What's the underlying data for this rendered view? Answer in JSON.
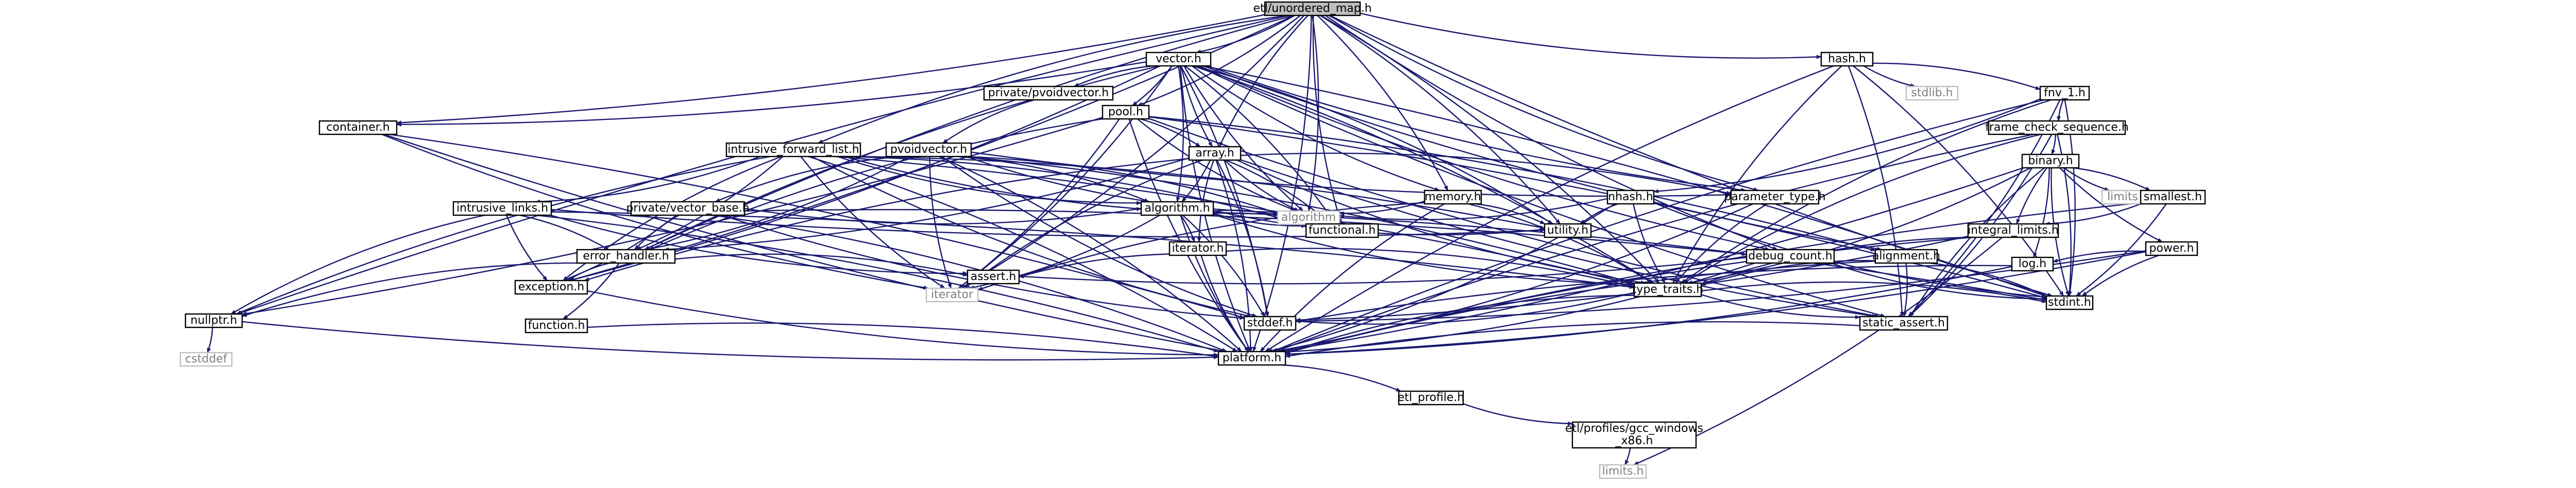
{
  "nodes": [
    {
      "id": "root",
      "label": "etl/unordered_map.h",
      "root": true
    },
    {
      "id": "vector",
      "label": "vector.h"
    },
    {
      "id": "hash",
      "label": "hash.h"
    },
    {
      "id": "stdlibh",
      "label": "stdlib.h",
      "sys": true
    },
    {
      "id": "fnv",
      "label": "fnv_1.h"
    },
    {
      "id": "frame",
      "label": "frame_check_sequence.h"
    },
    {
      "id": "binary",
      "label": "binary.h"
    },
    {
      "id": "limits_sys",
      "label": "limits",
      "sys": true
    },
    {
      "id": "smallest",
      "label": "smallest.h"
    },
    {
      "id": "power",
      "label": "power.h"
    },
    {
      "id": "log",
      "label": "log.h"
    },
    {
      "id": "integral",
      "label": "integral_limits.h"
    },
    {
      "id": "privvp",
      "label": "private/pvoidvector.h"
    },
    {
      "id": "pool",
      "label": "pool.h"
    },
    {
      "id": "container",
      "label": "container.h"
    },
    {
      "id": "pvoid",
      "label": "pvoidvector.h"
    },
    {
      "id": "iflist",
      "label": "intrusive_forward_list.h"
    },
    {
      "id": "array",
      "label": "array.h"
    },
    {
      "id": "memory",
      "label": "memory.h"
    },
    {
      "id": "nhash",
      "label": "nhash.h"
    },
    {
      "id": "param",
      "label": "parameter_type.h"
    },
    {
      "id": "ilinks",
      "label": "intrusive_links.h"
    },
    {
      "id": "privvb",
      "label": "private/vector_base.h"
    },
    {
      "id": "algorithm",
      "label": "algorithm.h"
    },
    {
      "id": "algorithm_sys",
      "label": "algorithm",
      "sys": true
    },
    {
      "id": "functional",
      "label": "functional.h"
    },
    {
      "id": "iterator_h",
      "label": "iterator.h"
    },
    {
      "id": "utility",
      "label": "utility.h"
    },
    {
      "id": "debugc",
      "label": "debug_count.h"
    },
    {
      "id": "alignment",
      "label": "alignment.h"
    },
    {
      "id": "errh",
      "label": "error_handler.h"
    },
    {
      "id": "exception",
      "label": "exception.h"
    },
    {
      "id": "iterator_sys",
      "label": "iterator",
      "sys": true
    },
    {
      "id": "assert",
      "label": "assert.h"
    },
    {
      "id": "typetraits",
      "label": "type_traits.h"
    },
    {
      "id": "nullptr",
      "label": "nullptr.h"
    },
    {
      "id": "function",
      "label": "function.h"
    },
    {
      "id": "stddef",
      "label": "stddef.h"
    },
    {
      "id": "static_assert",
      "label": "static_assert.h"
    },
    {
      "id": "stdint",
      "label": "stdint.h"
    },
    {
      "id": "platform",
      "label": "platform.h"
    },
    {
      "id": "cstddef",
      "label": "cstddef",
      "sys": true
    },
    {
      "id": "profile",
      "label": "etl_profile.h"
    },
    {
      "id": "gcc_win",
      "label": "etl/profiles/gcc_windows\n_x86.h"
    },
    {
      "id": "limits_h",
      "label": "limits.h",
      "sys": true
    }
  ],
  "edges": [
    [
      "root",
      "vector"
    ],
    [
      "root",
      "hash"
    ],
    [
      "root",
      "pool"
    ],
    [
      "root",
      "array"
    ],
    [
      "root",
      "container"
    ],
    [
      "root",
      "iflist"
    ],
    [
      "root",
      "memory"
    ],
    [
      "root",
      "functional"
    ],
    [
      "root",
      "utility"
    ],
    [
      "root",
      "param"
    ],
    [
      "root",
      "algorithm_sys"
    ],
    [
      "root",
      "errh"
    ],
    [
      "root",
      "exception"
    ],
    [
      "root",
      "debugc"
    ],
    [
      "root",
      "typetraits"
    ],
    [
      "root",
      "nullptr"
    ],
    [
      "root",
      "platform"
    ],
    [
      "root",
      "stdint"
    ],
    [
      "root",
      "iterator_sys"
    ],
    [
      "vector",
      "privvp"
    ],
    [
      "vector",
      "pool"
    ],
    [
      "vector",
      "array"
    ],
    [
      "vector",
      "algorithm"
    ],
    [
      "vector",
      "algorithm_sys"
    ],
    [
      "vector",
      "functional"
    ],
    [
      "vector",
      "memory"
    ],
    [
      "vector",
      "container"
    ],
    [
      "vector",
      "param"
    ],
    [
      "vector",
      "utility"
    ],
    [
      "vector",
      "alignment"
    ],
    [
      "vector",
      "typetraits"
    ],
    [
      "vector",
      "errh"
    ],
    [
      "vector",
      "exception"
    ],
    [
      "vector",
      "debugc"
    ],
    [
      "vector",
      "stddef"
    ],
    [
      "vector",
      "platform"
    ],
    [
      "vector",
      "iterator_sys"
    ],
    [
      "vector",
      "static_assert"
    ],
    [
      "vector",
      "stdint"
    ],
    [
      "privvp",
      "pvoid"
    ],
    [
      "pvoid",
      "algorithm"
    ],
    [
      "pvoid",
      "algorithm_sys"
    ],
    [
      "pvoid",
      "functional"
    ],
    [
      "pvoid",
      "privvb"
    ],
    [
      "pvoid",
      "errh"
    ],
    [
      "pvoid",
      "param"
    ],
    [
      "pvoid",
      "typetraits"
    ],
    [
      "pvoid",
      "stddef"
    ],
    [
      "pvoid",
      "platform"
    ],
    [
      "pvoid",
      "iterator_sys"
    ],
    [
      "pool",
      "array"
    ],
    [
      "pool",
      "algorithm_sys"
    ],
    [
      "pool",
      "alignment"
    ],
    [
      "pool",
      "errh"
    ],
    [
      "pool",
      "stdint"
    ],
    [
      "pool",
      "static_assert"
    ],
    [
      "pool",
      "iterator_sys"
    ],
    [
      "pool",
      "platform"
    ],
    [
      "pool",
      "nullptr"
    ],
    [
      "container",
      "iterator_sys"
    ],
    [
      "container",
      "stddef"
    ],
    [
      "container",
      "platform"
    ],
    [
      "iflist",
      "ilinks"
    ],
    [
      "iflist",
      "algorithm_sys"
    ],
    [
      "iflist",
      "functional"
    ],
    [
      "iflist",
      "nullptr"
    ],
    [
      "iflist",
      "typetraits"
    ],
    [
      "iflist",
      "exception"
    ],
    [
      "iflist",
      "errh"
    ],
    [
      "iflist",
      "stddef"
    ],
    [
      "iflist",
      "platform"
    ],
    [
      "iflist",
      "iterator_sys"
    ],
    [
      "iflist",
      "utility"
    ],
    [
      "iflist",
      "algorithm"
    ],
    [
      "array",
      "algorithm"
    ],
    [
      "array",
      "algorithm_sys"
    ],
    [
      "array",
      "functional"
    ],
    [
      "array",
      "iterator_h"
    ],
    [
      "array",
      "param"
    ],
    [
      "array",
      "typetraits"
    ],
    [
      "array",
      "errh"
    ],
    [
      "array",
      "exception"
    ],
    [
      "array",
      "stddef"
    ],
    [
      "array",
      "static_assert"
    ],
    [
      "array",
      "platform"
    ],
    [
      "array",
      "iterator_sys"
    ],
    [
      "memory",
      "typetraits"
    ],
    [
      "memory",
      "iterator_sys"
    ],
    [
      "memory",
      "algorithm_sys"
    ],
    [
      "memory",
      "platform"
    ],
    [
      "memory",
      "utility"
    ],
    [
      "param",
      "typetraits"
    ],
    [
      "param",
      "platform"
    ],
    [
      "ilinks",
      "nullptr"
    ],
    [
      "ilinks",
      "typetraits"
    ],
    [
      "ilinks",
      "exception"
    ],
    [
      "ilinks",
      "errh"
    ],
    [
      "ilinks",
      "utility"
    ],
    [
      "ilinks",
      "platform"
    ],
    [
      "ilinks",
      "assert"
    ],
    [
      "privvb",
      "exception"
    ],
    [
      "privvb",
      "errh"
    ],
    [
      "privvb",
      "debugc"
    ],
    [
      "privvb",
      "stddef"
    ],
    [
      "privvb",
      "platform"
    ],
    [
      "privvb",
      "algorithm"
    ],
    [
      "algorithm",
      "algorithm_sys"
    ],
    [
      "algorithm",
      "functional"
    ],
    [
      "algorithm",
      "iterator_sys"
    ],
    [
      "algorithm",
      "utility"
    ],
    [
      "algorithm",
      "iterator_h"
    ],
    [
      "algorithm",
      "typetraits"
    ],
    [
      "algorithm",
      "stdint"
    ],
    [
      "algorithm",
      "platform"
    ],
    [
      "algorithm",
      "stddef"
    ],
    [
      "iterator_h",
      "iterator_sys"
    ],
    [
      "iterator_h",
      "typetraits"
    ],
    [
      "iterator_h",
      "platform"
    ],
    [
      "debugc",
      "platform"
    ],
    [
      "debugc",
      "stdint"
    ],
    [
      "debugc",
      "assert"
    ],
    [
      "alignment",
      "typetraits"
    ],
    [
      "alignment",
      "static_assert"
    ],
    [
      "alignment",
      "platform"
    ],
    [
      "alignment",
      "stdint"
    ],
    [
      "errh",
      "exception"
    ],
    [
      "errh",
      "function"
    ],
    [
      "errh",
      "nullptr"
    ],
    [
      "errh",
      "assert"
    ],
    [
      "exception",
      "platform"
    ],
    [
      "function",
      "platform"
    ],
    [
      "nullptr",
      "platform"
    ],
    [
      "nullptr",
      "cstddef"
    ],
    [
      "typetraits",
      "platform"
    ],
    [
      "typetraits",
      "stddef"
    ],
    [
      "typetraits",
      "static_assert"
    ],
    [
      "typetraits",
      "stdint"
    ],
    [
      "static_assert",
      "platform"
    ],
    [
      "platform",
      "profile"
    ],
    [
      "profile",
      "gcc_win"
    ],
    [
      "gcc_win",
      "limits_h"
    ],
    [
      "hash",
      "stdlibh"
    ],
    [
      "hash",
      "fnv"
    ],
    [
      "hash",
      "typetraits"
    ],
    [
      "hash",
      "static_assert"
    ],
    [
      "hash",
      "platform"
    ],
    [
      "hash",
      "stdint"
    ],
    [
      "fnv",
      "frame"
    ],
    [
      "fnv",
      "nhash"
    ],
    [
      "fnv",
      "typetraits"
    ],
    [
      "fnv",
      "static_assert"
    ],
    [
      "fnv",
      "platform"
    ],
    [
      "fnv",
      "stdint"
    ],
    [
      "nhash",
      "typetraits"
    ],
    [
      "nhash",
      "algorithm_sys"
    ],
    [
      "nhash",
      "utility"
    ],
    [
      "nhash",
      "platform"
    ],
    [
      "nhash",
      "stdint"
    ],
    [
      "frame",
      "binary"
    ],
    [
      "frame",
      "typetraits"
    ],
    [
      "frame",
      "static_assert"
    ],
    [
      "frame",
      "platform"
    ],
    [
      "frame",
      "stdint"
    ],
    [
      "binary",
      "limits_sys"
    ],
    [
      "binary",
      "smallest"
    ],
    [
      "binary",
      "power"
    ],
    [
      "binary",
      "log"
    ],
    [
      "binary",
      "integral"
    ],
    [
      "binary",
      "typetraits"
    ],
    [
      "binary",
      "static_assert"
    ],
    [
      "binary",
      "platform"
    ],
    [
      "binary",
      "stdint"
    ],
    [
      "smallest",
      "integral"
    ],
    [
      "smallest",
      "platform"
    ],
    [
      "smallest",
      "stdint"
    ],
    [
      "power",
      "log"
    ],
    [
      "power",
      "platform"
    ],
    [
      "power",
      "stdint"
    ],
    [
      "power",
      "stddef"
    ],
    [
      "log",
      "stddef"
    ],
    [
      "log",
      "platform"
    ],
    [
      "integral",
      "typetraits"
    ],
    [
      "integral",
      "stddef"
    ],
    [
      "integral",
      "platform"
    ],
    [
      "integral",
      "limits_h"
    ]
  ]
}
